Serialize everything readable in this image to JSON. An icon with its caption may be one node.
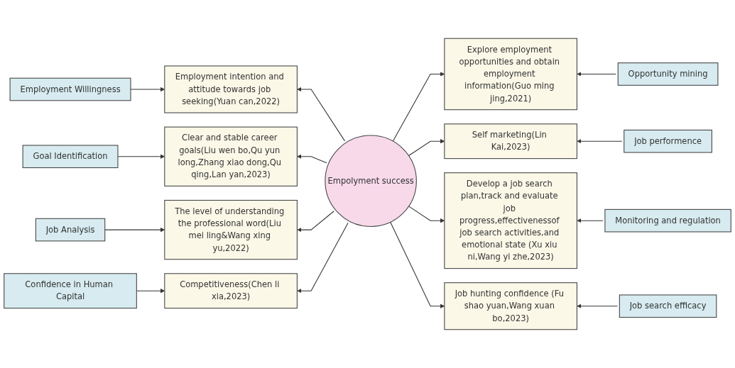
{
  "diagram": {
    "nodes": [
      {
        "text": [
          "Employment Willingness"
        ]
      },
      {
        "text": [
          "Employment intention and attitude towards job seeking(Yuan can,2022)"
        ]
      },
      {
        "text": [
          "Explore employment opportunities and obtain employment information(Guo ming jing,2021)"
        ]
      },
      {
        "text": [
          "Opportunity mining"
        ]
      },
      {
        "text": [
          "Goal Identification"
        ]
      },
      {
        "text": [
          "Clear and stable career goals(Liu wen bo,Qu yun long,Zhang xiao dong,Qu qing,Lan yan,2023)"
        ]
      },
      {
        "text": [
          "Empolyment success"
        ]
      },
      {
        "text": [
          "Self marketing(Lin Kai,2023)"
        ]
      },
      {
        "text": [
          "Job performence"
        ]
      },
      {
        "text": [
          "Job Analysis"
        ]
      },
      {
        "text": [
          "The level of understanding the professional word(Liu mei ling&Wang xing yu,2022)"
        ]
      },
      {
        "text": [
          "Develop a job search plan,track and evaluate job progress,effectivenessof job search activities,and emotional state (Xu xiu ni,Wang yi zhe,2023)"
        ]
      },
      {
        "text": [
          "Monitoring and regulation"
        ]
      },
      {
        "text": [
          "Confidence in Human Capital"
        ]
      },
      {
        "text": [
          "Competitiveness(Chen li xia,2023)"
        ]
      },
      {
        "text": [
          "Job hunting confidence (Fu shao yuan,Wang xuan bo,2023)"
        ]
      },
      {
        "text": [
          "Job search efficacy"
        ]
      }
    ],
    "edges": [
      {
        "from": 0,
        "to": 1,
        "arrow": "to"
      },
      {
        "from": 3,
        "to": 2,
        "arrow": "to"
      },
      {
        "from": 4,
        "to": 5,
        "arrow": "to"
      },
      {
        "from": 6,
        "to": 1,
        "arrow": "to"
      },
      {
        "from": 6,
        "to": 2,
        "arrow": "to"
      },
      {
        "from": 6,
        "to": 5,
        "arrow": "to"
      },
      {
        "from": 6,
        "to": 7,
        "arrow": "to"
      },
      {
        "from": 8,
        "to": 7,
        "arrow": "to"
      },
      {
        "from": 6,
        "to": 10,
        "arrow": "to"
      },
      {
        "from": 6,
        "to": 11,
        "arrow": "to"
      },
      {
        "from": 9,
        "to": 10,
        "arrow": "to"
      },
      {
        "from": 12,
        "to": 11,
        "arrow": "to"
      },
      {
        "from": 13,
        "to": 14,
        "arrow": "to"
      },
      {
        "from": 6,
        "to": 14,
        "arrow": "to"
      },
      {
        "from": 6,
        "to": 15,
        "arrow": "to"
      },
      {
        "from": 16,
        "to": 15,
        "arrow": "to"
      }
    ]
  }
}
